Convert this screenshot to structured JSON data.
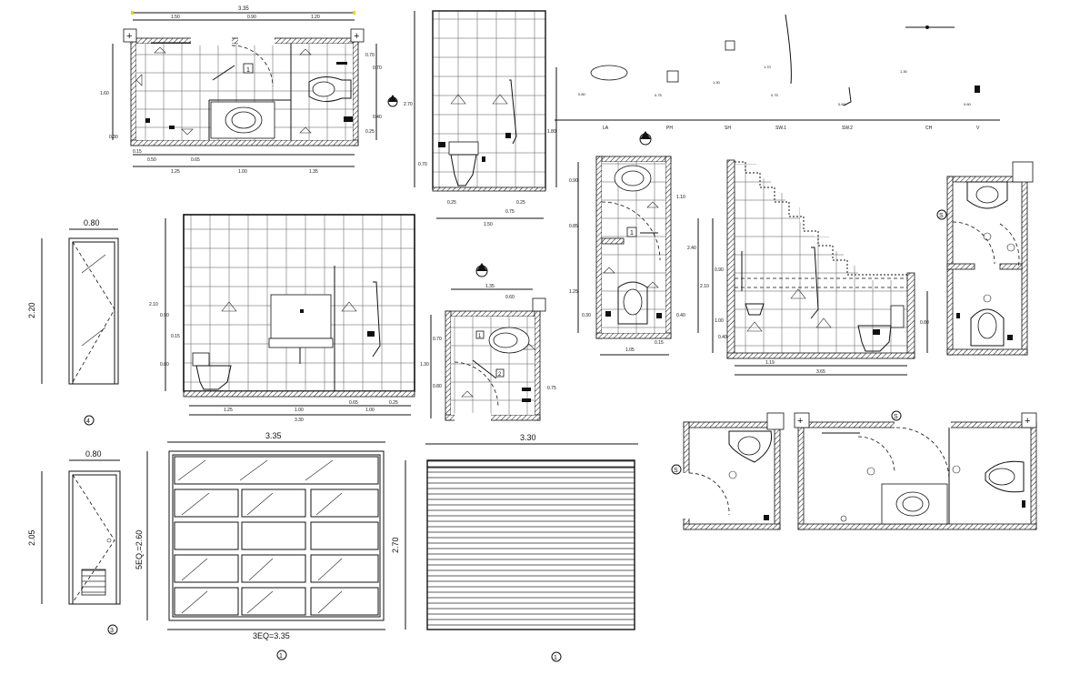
{
  "drawing": {
    "plan_top_left": {
      "dims_top": [
        "3.35",
        "1.50",
        "0.90",
        "1.20"
      ],
      "dims_bottom_row1": [
        "0.15",
        "0.50",
        "0.65"
      ],
      "dims_bottom_row2": [
        "1.25",
        "1.00",
        "1.35"
      ],
      "dims_side": [
        "1.60",
        "0.30",
        "0.70",
        "0.70",
        "0.40",
        "0.25"
      ],
      "door_tag": "1"
    },
    "elevation_shower_wc": {
      "dims": [
        "2.70",
        "1.80",
        "0.70",
        "0.25",
        "0.25",
        "0.75",
        "1.50"
      ]
    },
    "fixture_heights": {
      "labels": [
        "LA",
        "PH",
        "SH",
        "SW.1",
        "SW.2",
        "CH",
        "V"
      ],
      "heights": [
        "0.80",
        "0.75",
        "1.30",
        "1.70",
        "0.75",
        "0.60",
        "1.30",
        "0.60"
      ]
    },
    "door_d4": {
      "width": "0.80",
      "height": "2.20",
      "tag": "4"
    },
    "elevation_large": {
      "dims_bottom": [
        "1.25",
        "1.00",
        "0.65",
        "1.00",
        "0.25"
      ],
      "dims_total": "3.30",
      "dims_side": [
        "2.10",
        "0.90",
        "0.15",
        "0.80"
      ]
    },
    "plan_small_center": {
      "dims": [
        "1.35",
        "0.60",
        "0.70",
        "1.30",
        "0.80",
        "0.75"
      ],
      "door_tags": [
        "1",
        "2"
      ]
    },
    "plan_tall_center": {
      "dims": [
        "0.90",
        "1.10",
        "0.85",
        "2.40",
        "1.25",
        "0.30",
        "0.40",
        "0.15",
        "1.05"
      ],
      "door_tag": "1"
    },
    "section_stair": {
      "dims": [
        "2.10",
        "0.90",
        "1.00",
        "0.40",
        "0.80",
        "1.19",
        "3.65"
      ]
    },
    "door_d3": {
      "width": "0.80",
      "height": "2.05",
      "tag": "3"
    },
    "window_v1": {
      "width": "3.35",
      "height": "5EQ.=2.60",
      "bottom": "3EQ=3.35",
      "tag": "1"
    },
    "shutter": {
      "width": "3.30",
      "height": "2.70",
      "tag": "1"
    },
    "plan_bottom_right": {
      "marks": [
        "S",
        "S",
        "S"
      ]
    },
    "colors": {
      "line": "#111111",
      "dimension_tick": "#e8d800",
      "accent_green": "#1a8a2a",
      "accent_red": "#c01010"
    }
  }
}
